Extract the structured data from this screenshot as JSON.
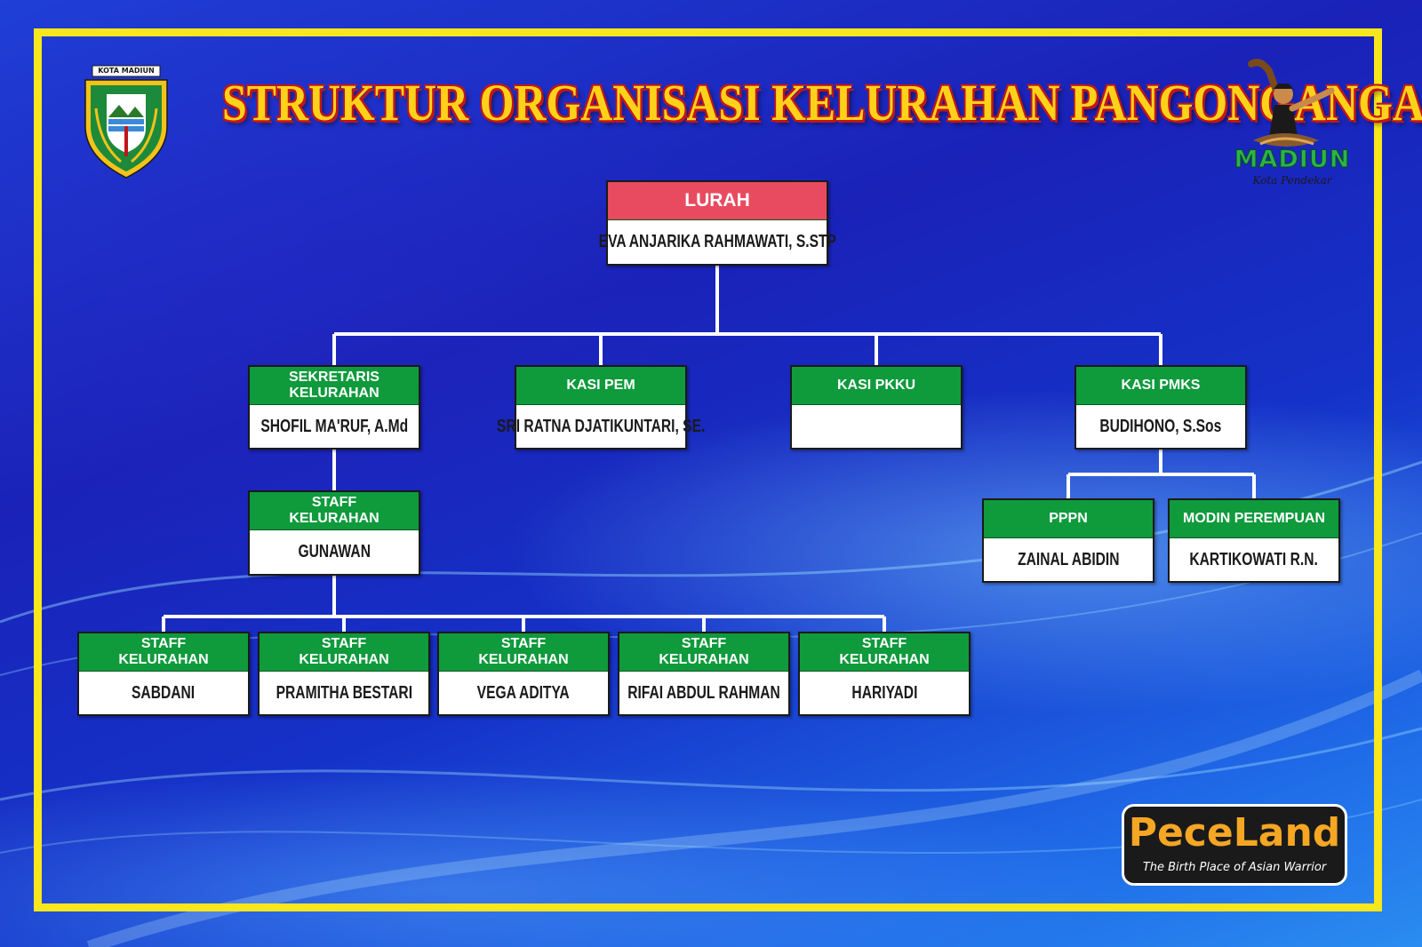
{
  "title": "STRUKTUR ORGANISASI KELURAHAN PANGONGANGAN",
  "logos": {
    "left_emblem_label": "KOTA MADIUN",
    "right_brand": "MADIUN",
    "right_brand_sub": "Kota Pendekar",
    "bottom_brand": "PeceLand",
    "bottom_tagline": "The Birth Place of Asian Warrior"
  },
  "colors": {
    "frame": "#f8e71c",
    "role_header": "#0f9a3c",
    "lurah_header": "#e84b5f",
    "title_fill": "#ffd21a",
    "title_outline": "#c0161a"
  },
  "nodes": {
    "lurah": {
      "role": "LURAH",
      "name": "EVA ANJARIKA RAHMAWATI, S.STP"
    },
    "sekretaris": {
      "role_l1": "SEKRETARIS",
      "role_l2": "KELURAHAN",
      "name": "SHOFIL MA'RUF, A.Md"
    },
    "kasi_pem": {
      "role": "KASI PEM",
      "name": "SRI RATNA DJATIKUNTARI, SE."
    },
    "kasi_pkku": {
      "role": "KASI PKKU",
      "name": ""
    },
    "kasi_pmks": {
      "role": "KASI PMKS",
      "name": "BUDIHONO, S.Sos"
    },
    "pppn": {
      "role": "PPPN",
      "name": "ZAINAL ABIDIN"
    },
    "modin": {
      "role": "MODIN PEREMPUAN",
      "name": "KARTIKOWATI R.N."
    },
    "staff_main": {
      "role_l1": "STAFF",
      "role_l2": "KELURAHAN",
      "name": "GUNAWAN"
    },
    "staff": [
      {
        "role_l1": "STAFF",
        "role_l2": "KELURAHAN",
        "name": "SABDANI"
      },
      {
        "role_l1": "STAFF",
        "role_l2": "KELURAHAN",
        "name": "PRAMITHA BESTARI"
      },
      {
        "role_l1": "STAFF",
        "role_l2": "KELURAHAN",
        "name": "VEGA ADITYA"
      },
      {
        "role_l1": "STAFF",
        "role_l2": "KELURAHAN",
        "name": "RIFAI ABDUL RAHMAN"
      },
      {
        "role_l1": "STAFF",
        "role_l2": "KELURAHAN",
        "name": "HARIYADI"
      }
    ]
  }
}
